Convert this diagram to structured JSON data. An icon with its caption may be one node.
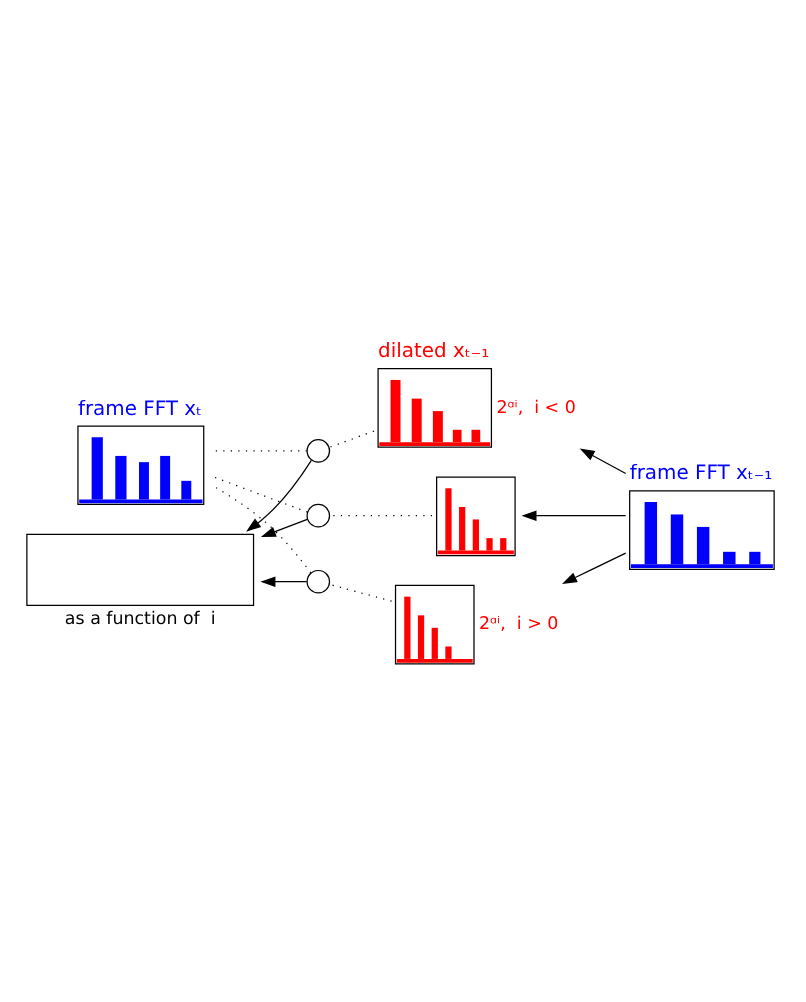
{
  "diagram": {
    "nodes": [
      {
        "text": [
          "frame FFT xₜ"
        ]
      },
      {
        "text": [
          "dilated xₜ₋₁"
        ],
        "beside": [
          "2ᵅⁱ,  i < 0"
        ]
      },
      {
        "text": [
          "frame FFT xₜ₋₁"
        ]
      },
      {
        "text": [],
        "shape": "circle"
      },
      {
        "text": [],
        "shape": "box"
      },
      {
        "text": [],
        "shape": "circle"
      },
      {
        "text": [],
        "shape": "circle"
      },
      {
        "text": [],
        "shape": "box",
        "beside": [
          "2ᵅⁱ,  i > 0"
        ]
      },
      {
        "text": [],
        "shape": "box",
        "beside": [
          "as a function of  i"
        ]
      }
    ],
    "edges": [
      {
        "from": 3,
        "to": 0,
        "arrow": "none",
        "style": "dashed"
      },
      {
        "from": 5,
        "to": 0,
        "arrow": "none",
        "style": "dashed"
      },
      {
        "from": 6,
        "to": 0,
        "arrow": "none",
        "style": "dashed"
      },
      {
        "from": 1,
        "to": 3,
        "arrow": "none",
        "style": "dashed"
      },
      {
        "from": 4,
        "to": 5,
        "arrow": "none",
        "style": "dashed"
      },
      {
        "from": 7,
        "to": 6,
        "arrow": "none",
        "style": "dashed"
      },
      {
        "from": 2,
        "to": 1,
        "arrow": "to"
      },
      {
        "from": 2,
        "to": 4,
        "arrow": "to"
      },
      {
        "from": 2,
        "to": 7,
        "arrow": "to"
      },
      {
        "from": 3,
        "to": 8,
        "arrow": "to"
      },
      {
        "from": 5,
        "to": 8,
        "arrow": "to"
      },
      {
        "from": 6,
        "to": 8,
        "arrow": "to"
      }
    ]
  }
}
